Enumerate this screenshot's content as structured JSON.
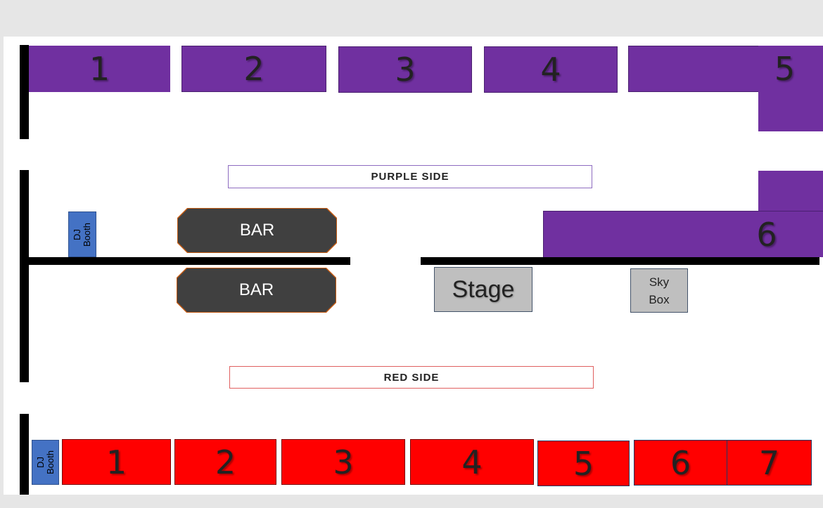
{
  "purple_tables": [
    "1",
    "2",
    "3",
    "4",
    "5",
    "6"
  ],
  "red_tables": [
    "1",
    "2",
    "3",
    "4",
    "5",
    "6",
    "7"
  ],
  "labels": {
    "purple_side": "PURPLE SIDE",
    "red_side": "RED SIDE",
    "bar_top": "BAR",
    "bar_bottom": "BAR",
    "stage": "Stage",
    "sky_box_line1": "Sky",
    "sky_box_line2": "Box",
    "dj_booth_top_line1": "DJ",
    "dj_booth_top_line2": "Booth",
    "dj_booth_bottom_line1": "DJ",
    "dj_booth_bottom_line2": "Booth"
  },
  "colors": {
    "purple": "#7030a0",
    "red": "#ff0000",
    "dj_booth": "#4472c4",
    "bar": "#404040",
    "stage": "#bfbfbf"
  }
}
